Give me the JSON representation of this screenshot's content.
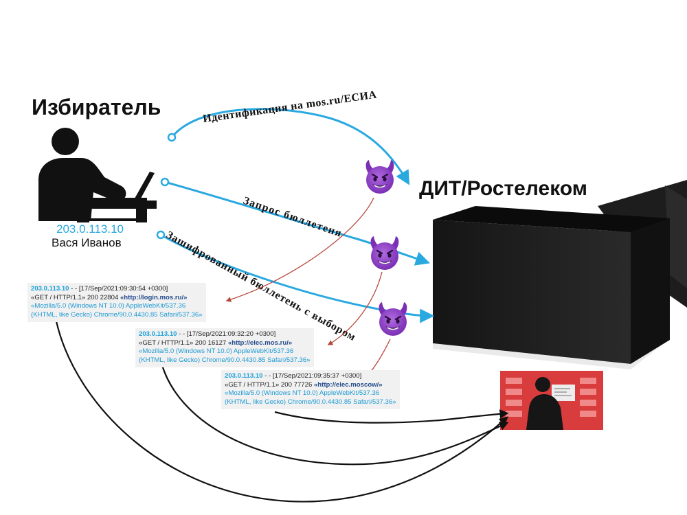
{
  "voter": {
    "title": "Избиратель",
    "ip": "203.0.113.10",
    "name": "Вася Иванов"
  },
  "operator": {
    "title": "ДИТ/Ростелеком"
  },
  "flows": [
    {
      "label": "Идентификация на mos.ru/ЕСИА"
    },
    {
      "label": "Запрос бюллетеня"
    },
    {
      "label": "Зашифрованный бюллетень с выбором"
    }
  ],
  "icons": {
    "voter": "person-at-laptop-icon",
    "attacker": "smiling-devil-emoji-icon",
    "storage": "open-black-box-icon",
    "datacenter": "server-room-operator-icon"
  },
  "colors": {
    "flow_line": "#2aa9e0",
    "leak_line": "#b5473a",
    "box": "#1f1f1f",
    "server_rack": "#d93c3c",
    "devil": "#8e3fc4"
  },
  "logs": [
    {
      "ip": "203.0.113.10",
      "ts": " - - [17/Sep/2021:09:30:54 +0300]",
      "req": "«GET / HTTP/1.1» 200 22804 ",
      "url": "«http://login.mos.ru/»",
      "ua1": "«Mozilla/5.0 (Windows NT 10.0) AppleWebKit/537.36",
      "ua2": "(KHTML, like Gecko) Chrome/90.0.4430.85 Safari/537.36»"
    },
    {
      "ip": "203.0.113.10",
      "ts": " - - [17/Sep/2021:09:32:20 +0300]",
      "req": "«GET / HTTP/1.1» 200 16127 ",
      "url": "«http://elec.mos.ru/»",
      "ua1": "«Mozilla/5.0 (Windows NT 10.0) AppleWebKit/537.36",
      "ua2": "(KHTML, like Gecko) Chrome/90.0.4430.85 Safari/537.36»"
    },
    {
      "ip": "203.0.113.10",
      "ts": " - - [17/Sep/2021:09:35:37 +0300]",
      "req": "«GET / HTTP/1.1» 200 77726 ",
      "url": "«http://elec.moscow/»",
      "ua1": "«Mozilla/5.0 (Windows NT 10.0) AppleWebKit/537.36",
      "ua2": "(KHTML, like Gecko) Chrome/90.0.4430.85 Safari/537.36»"
    }
  ]
}
